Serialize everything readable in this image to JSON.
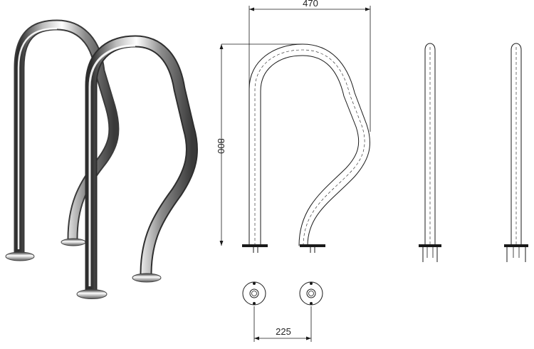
{
  "drawing": {
    "dimensions": {
      "width": "470",
      "height": "800",
      "flange_spacing": "225"
    }
  },
  "colors": {
    "line": "#1a1a1a",
    "chrome_dark": "#3a3a3a",
    "chrome_mid": "#9a9a9a",
    "chrome_light": "#f4f4f4"
  }
}
